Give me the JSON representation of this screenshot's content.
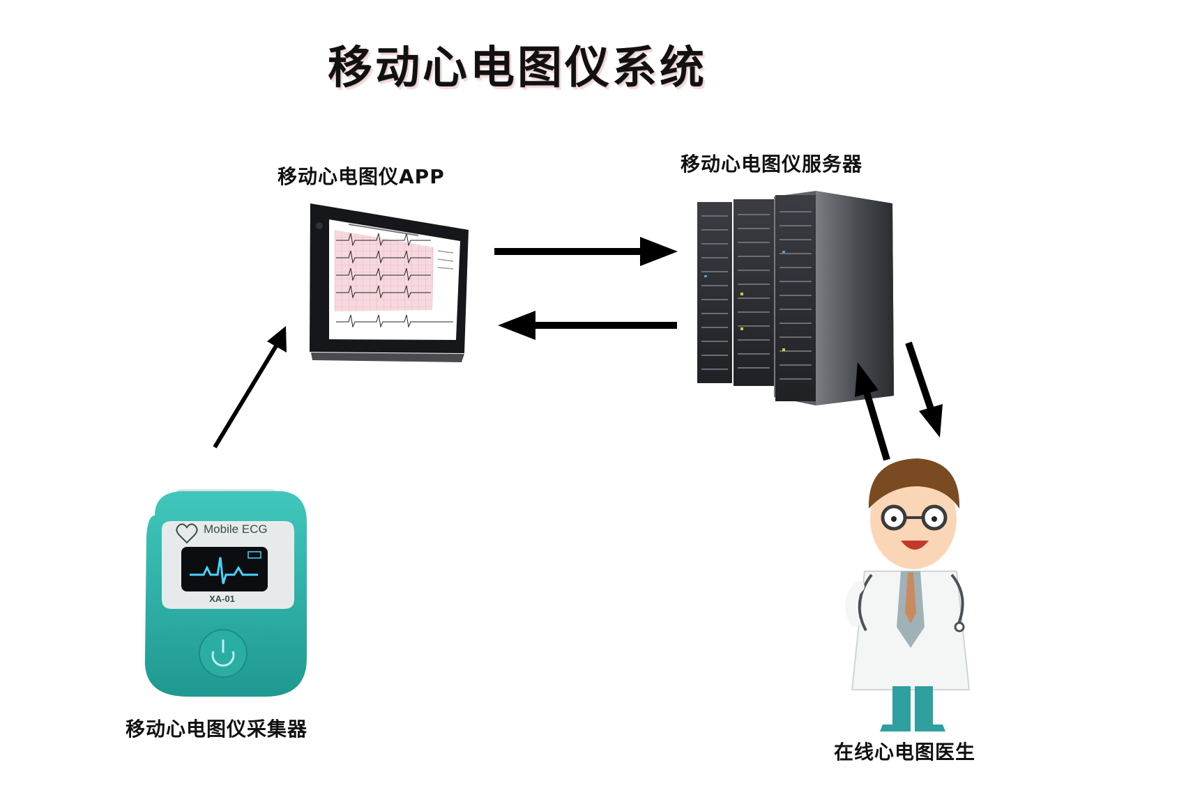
{
  "diagram": {
    "title": "移动心电图仪系统",
    "nodes": {
      "app": {
        "label": "移动心电图仪APP",
        "icon": "tablet-ecg-icon"
      },
      "server": {
        "label": "移动心电图仪服务器",
        "icon": "server-rack-icon"
      },
      "collector": {
        "label": "移动心电图仪采集器",
        "icon": "ecg-device-icon",
        "brand": "Mobile ECG",
        "model": "XA-01"
      },
      "doctor": {
        "label": "在线心电图医生",
        "icon": "doctor-icon"
      }
    },
    "edges": [
      {
        "from": "collector",
        "to": "app"
      },
      {
        "from": "app",
        "to": "server"
      },
      {
        "from": "server",
        "to": "app"
      },
      {
        "from": "server",
        "to": "doctor"
      },
      {
        "from": "doctor",
        "to": "server"
      }
    ],
    "colors": {
      "device_teal": "#2fb3a8",
      "arrow": "#000000",
      "ecg_paper": "#f6d9df",
      "coat": "#f4f6f6",
      "tie": "#c98b5d",
      "pants": "#2f9fa0"
    }
  }
}
